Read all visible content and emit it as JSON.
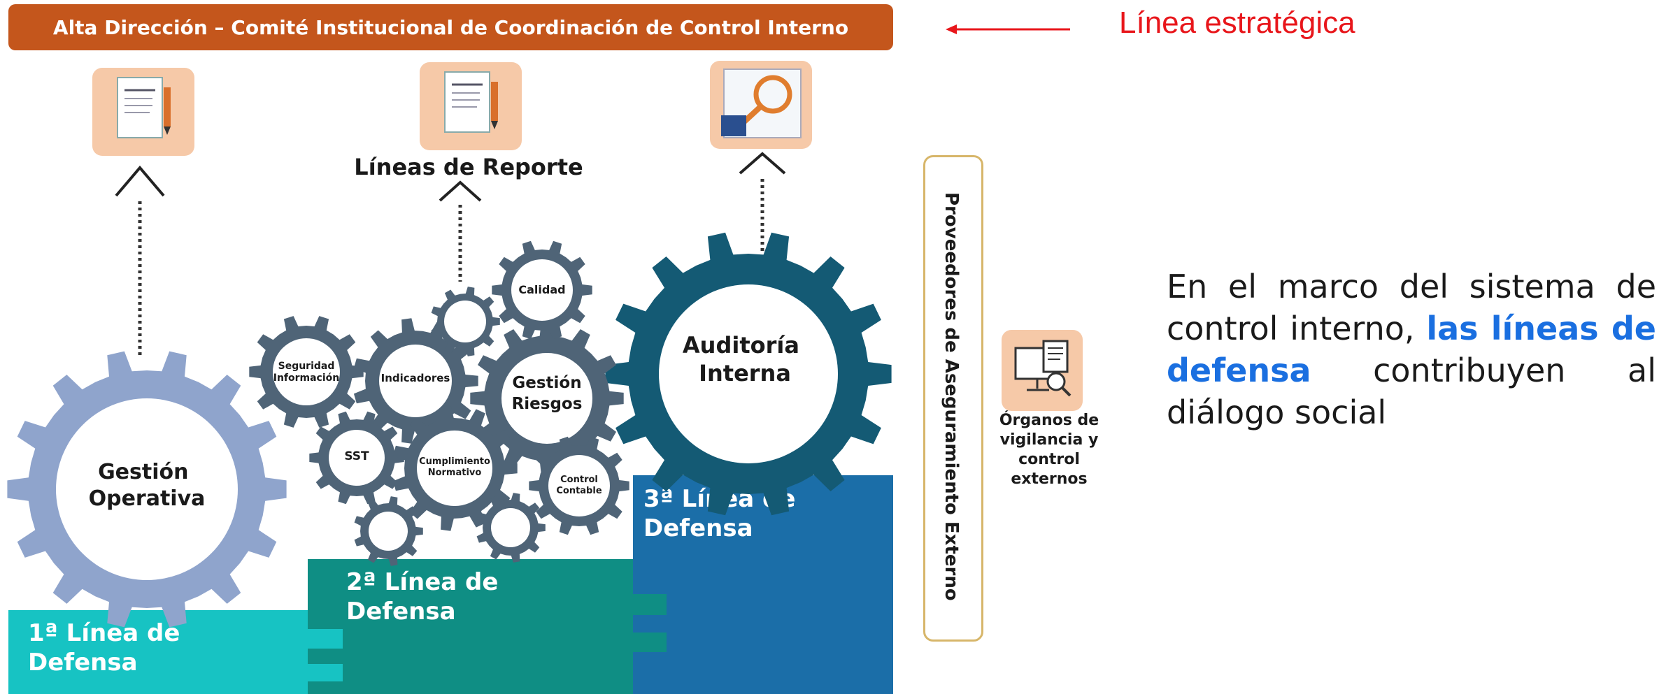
{
  "header": {
    "title": "Alta Dirección – Comité Institucional de Coordinación de Control Interno"
  },
  "annotation": {
    "label": "Línea estratégica"
  },
  "reporting": {
    "label": "Líneas de Reporte"
  },
  "gears": {
    "gestion_operativa": "Gestión Operativa",
    "auditoria_interna": "Auditoría Interna",
    "gestion_riesgos": "Gestión Riesgos",
    "seguridad_informacion": "Seguridad Información",
    "indicadores": "Indicadores",
    "calidad": "Calidad",
    "sst": "SST",
    "cumplimiento_normativo": "Cumplimiento Normativo",
    "control_contable": "Control Contable"
  },
  "lines": {
    "first": "1ª Línea de Defensa",
    "second": "2ª Línea de Defensa",
    "third": "3ª Línea de Defensa"
  },
  "side_panel": {
    "label": "Proveedores de Aseguramiento Externo"
  },
  "external": {
    "label": "Órganos de vigilancia y control externos"
  },
  "text_block": {
    "part1": "En el marco del sistema de control interno, ",
    "highlight": "las líneas de defensa",
    "part2": " contribuyen al diálogo social"
  },
  "colors": {
    "header": "#c4561c",
    "annotation": "#e8161b",
    "highlight": "#1a6fe0",
    "line1": "#17c3c3",
    "line2": "#0f8e84",
    "line3": "#1b6ea8",
    "gear_operativa": "#8fa4cc",
    "gear_small": "#4f6477",
    "gear_auditoria": "#145a74"
  }
}
